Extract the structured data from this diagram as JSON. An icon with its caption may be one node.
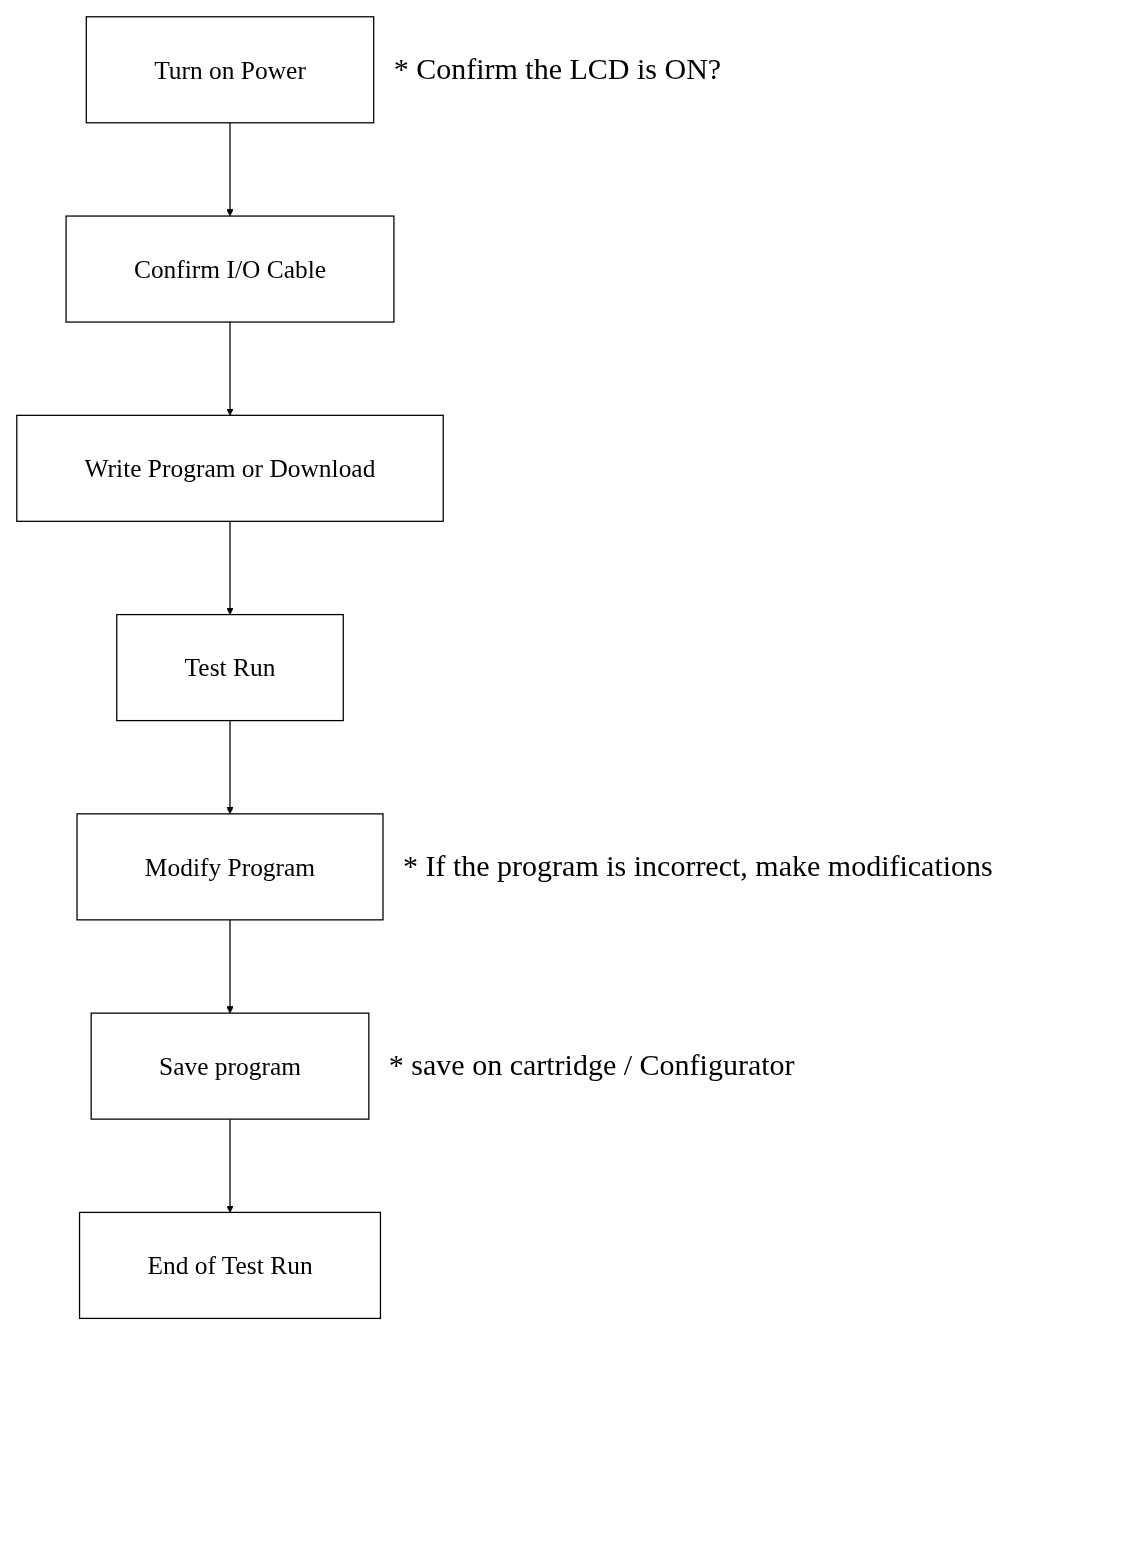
{
  "diagram": {
    "nodes": [
      {
        "text": [
          "Turn on Power"
        ],
        "beside": [
          "* Confirm the LCD is ON?"
        ]
      },
      {
        "text": [
          "Confirm I/O Cable"
        ]
      },
      {
        "text": [
          "Write Program or Download"
        ]
      },
      {
        "text": [
          "Test Run"
        ]
      },
      {
        "text": [
          "Modify Program"
        ],
        "beside": [
          "* If the program is incorrect, make modifications"
        ]
      },
      {
        "text": [
          "Save program"
        ],
        "beside": [
          "* save on cartridge / Configurator"
        ]
      },
      {
        "text": [
          "End of Test Run"
        ]
      }
    ],
    "edges": [
      {
        "from": 0,
        "to": 1,
        "arrow": "to"
      },
      {
        "from": 1,
        "to": 2,
        "arrow": "to"
      },
      {
        "from": 2,
        "to": 3,
        "arrow": "to"
      },
      {
        "from": 3,
        "to": 4,
        "arrow": "to"
      },
      {
        "from": 4,
        "to": 5,
        "arrow": "to"
      },
      {
        "from": 5,
        "to": 6,
        "arrow": "to"
      }
    ]
  }
}
